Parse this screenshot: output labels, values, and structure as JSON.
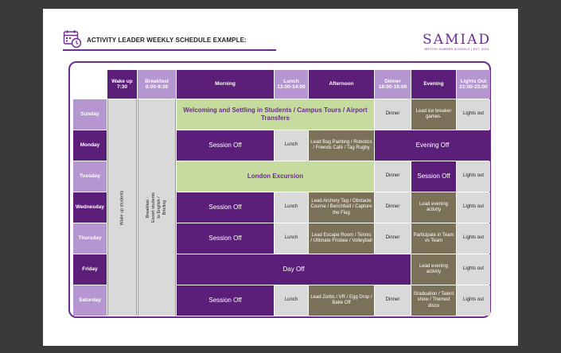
{
  "document": {
    "title": "ACTIVITY LEADER WEEKLY SCHEDULE EXAMPLE:",
    "brand": "SAMIAD",
    "brand_tagline": "BRITISH SUMMER SCHOOLS | EST. 2010"
  },
  "header": {
    "wake": "Wake up\n7:30",
    "breakfast": "Breakfast\n8:00-9:30",
    "morning": "Morning",
    "lunch": "Lunch\n13:00-14:00",
    "afternoon": "Afternoon",
    "dinner": "Dinner\n18:00-19:00",
    "evening": "Evening",
    "lights": "Lights Out\n21:00-23:00"
  },
  "side": {
    "wake_text": "Wake up students",
    "breakfast_text": "Breakfast -\nEscort students to English / Briefing"
  },
  "days": {
    "sunday": {
      "name": "Sunday",
      "main": "Welcoming and Settling in Students / Campus Tours / Airport Transfers",
      "dinner": "Dinner",
      "evening": "Lead ice breaker games.",
      "lights": "Lights out"
    },
    "monday": {
      "name": "Monday",
      "morning": "Session Off",
      "lunch": "Lunch",
      "afternoon": "Lead Bag Painting / Robotics / Friends Café / Tag Rugby",
      "evening": "Evening Off"
    },
    "tuesday": {
      "name": "Tuesday",
      "main": "London Excursion",
      "dinner": "Dinner",
      "evening": "Session Off",
      "lights": "Lights out"
    },
    "wednesday": {
      "name": "Wednesday",
      "morning": "Session Off",
      "lunch": "Lunch",
      "afternoon": "Lead Archery Tag / Obstacle Course / Benchball / Capture the Flag",
      "dinner": "Dinner",
      "evening": "Lead evening activity",
      "lights": "Lights out"
    },
    "thursday": {
      "name": "Thursday",
      "morning": "Session Off",
      "lunch": "Lunch",
      "afternoon": "Lead Escape Room / Tennis / Ultimate Frisbee / Volleyball",
      "dinner": "Dinner",
      "evening": "Participate in Team vs Team",
      "lights": "Lights out"
    },
    "friday": {
      "name": "Friday",
      "main": "Day Off",
      "evening": "Lead evening activity",
      "lights": "Lights out"
    },
    "saturday": {
      "name": "Saturday",
      "morning": "Session Off",
      "lunch": "Lunch",
      "afternoon": "Lead Zorbs / VR / Egg Drop / Bake Off",
      "dinner": "Dinner",
      "evening": "Graduation / Talent show / Themed disco",
      "lights": "Lights out"
    }
  },
  "colors": {
    "dark_purple": "#5b1e79",
    "light_purple": "#b596d1",
    "green": "#c5dc9e",
    "olive": "#7b7158",
    "gray": "#d9d9d9"
  },
  "icons": {
    "title_icon": "calendar-clock-icon"
  }
}
